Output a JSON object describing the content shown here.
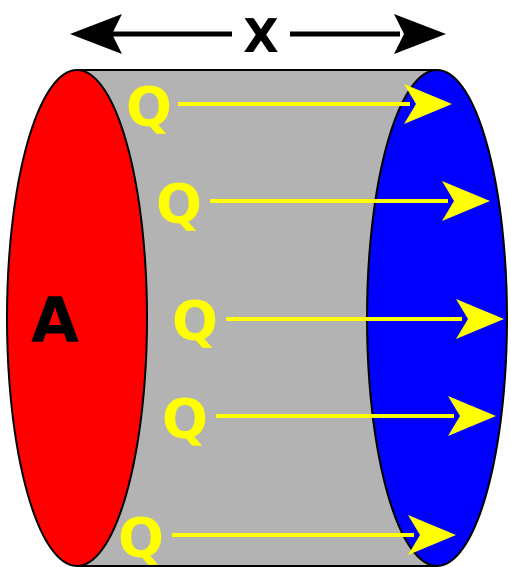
{
  "diagram": {
    "length_label": "X",
    "area_label": "A",
    "flow_label": "Q",
    "flow_arrows": [
      {
        "label": "Q"
      },
      {
        "label": "Q"
      },
      {
        "label": "Q"
      },
      {
        "label": "Q"
      },
      {
        "label": "Q"
      }
    ]
  },
  "colors": {
    "hot_face": "#ff0000",
    "cold_face": "#0000ff",
    "body": "#b3b3b3",
    "arrow": "#ffff00",
    "outline": "#000000"
  }
}
